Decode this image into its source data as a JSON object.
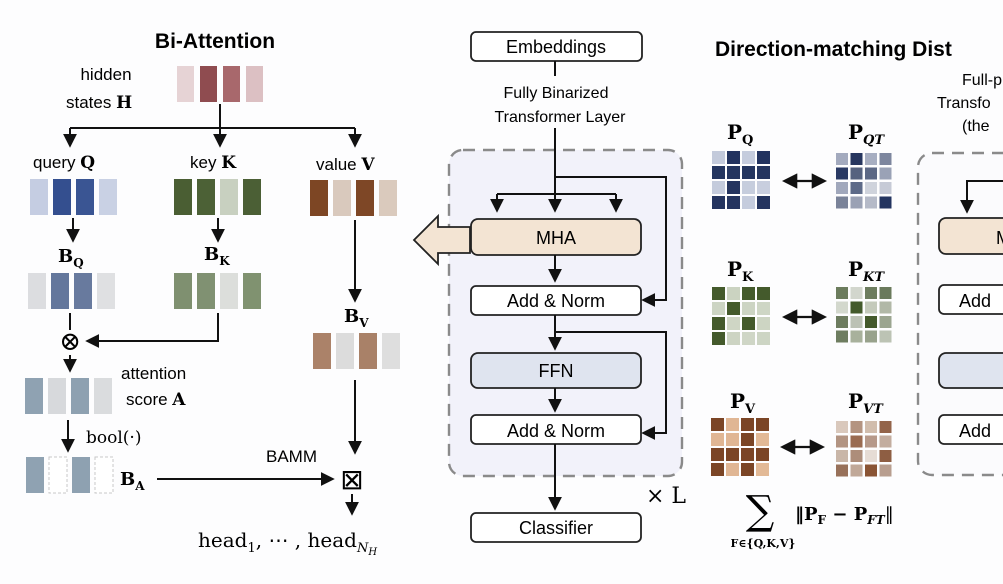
{
  "bi_attention": {
    "title": "Bi-Attention",
    "hidden_label_1": "hidden",
    "hidden_label_2": "states ",
    "hidden_sym": "H",
    "query_label": "query ",
    "query_sym": "Q",
    "key_label": "key ",
    "key_sym": "K",
    "value_label": "value ",
    "value_sym": "V",
    "bq_main": "B",
    "bq_sub": "Q",
    "bk_main": "B",
    "bk_sub": "K",
    "bv_main": "B",
    "bv_sub": "V",
    "ba_main": "B",
    "ba_sub": "A",
    "multiply_symbol": "⊗",
    "attention_label_1": "attention",
    "attention_label_2": "score ",
    "attention_sym": "A",
    "bool_label": "bool(·)",
    "bamm_label": "BAMM",
    "bamm_symbol": "⊠",
    "heads_a": "head",
    "heads_a_sub": "1",
    "heads_mid": ", ⋯ , head",
    "heads_b_sub": "N",
    "heads_b_subsub": "H",
    "vectors": {
      "hidden": [
        "#e6d3d5",
        "#8f4c50",
        "#a8686c",
        "#dcc0c3"
      ],
      "query": [
        "#c5cde2",
        "#344f8f",
        "#3a5593",
        "#c9d1e4"
      ],
      "key": [
        "#4a5e33",
        "#4c6136",
        "#c8d0c0",
        "#4b5f35"
      ],
      "value": [
        "#7d4624",
        "#d9c9bd",
        "#7e4726",
        "#dacabd"
      ],
      "bq": [
        "#dcdde0",
        "#64779c",
        "#687a9e",
        "#dfe0e2"
      ],
      "bk": [
        "#7f9070",
        "#809172",
        "#dcdedb",
        "#809270"
      ],
      "bv": [
        "#ab8269",
        "#dcdcdc",
        "#a98168",
        "#dedede"
      ],
      "attention": [
        "#8fa2b2",
        "#d7d9dc",
        "#8ea1b1",
        "#dadcde"
      ],
      "ba": [
        "#8fa2b2",
        "dashed",
        "#8ea1b1",
        "dashed"
      ]
    }
  },
  "transformer": {
    "embeddings": "Embeddings",
    "layer_label_1": "Fully Binarized",
    "layer_label_2": "Transformer Layer",
    "mha": "MHA",
    "add_norm_1": "Add & Norm",
    "ffn": "FFN",
    "add_norm_2": "Add & Norm",
    "repeat": "× L",
    "classifier": "Classifier"
  },
  "distillation": {
    "title": "Direction-matching Dist",
    "teacher_label_1": "Full-p",
    "teacher_label_2": "Transfo",
    "teacher_label_3": "(the",
    "teacher_mha": "M",
    "teacher_add_norm_1": "Add",
    "teacher_add_norm_2": "Add",
    "pq": {
      "main": "P",
      "sub": "Q"
    },
    "pqt": {
      "main": "P",
      "sub": "QT"
    },
    "pk": {
      "main": "P",
      "sub": "K"
    },
    "pkt": {
      "main": "P",
      "sub": "KT"
    },
    "pv": {
      "main": "P",
      "sub": "V"
    },
    "pvt": {
      "main": "P",
      "sub": "VT"
    },
    "loss_sum": "∑",
    "loss_sub": "F∈{Q,K,V}",
    "loss_expr": "‖P",
    "loss_f": "F",
    "loss_minus": " − P",
    "loss_ft": "FT",
    "loss_end": "‖",
    "matrices": {
      "pq": [
        [
          "#c3cadb",
          "#23335f",
          "#c5ccdd",
          "#22335f"
        ],
        [
          "#24355f",
          "#24355f",
          "#24355f",
          "#24355f"
        ],
        [
          "#c4cbdc",
          "#24345f",
          "#c6cddd",
          "#c8cede"
        ],
        [
          "#24345f",
          "#24345f",
          "#c5ccdd",
          "#24345f"
        ]
      ],
      "pqt": [
        [
          "#a3aabe",
          "#27365f",
          "#a7aec1",
          "#7d869e"
        ],
        [
          "#2a3a64",
          "#56627f",
          "#5c6885",
          "#9aa2b6"
        ],
        [
          "#a1a8bc",
          "#5d6a88",
          "#cfd3dc",
          "#c6cad6"
        ],
        [
          "#7a8399",
          "#9aa1b4",
          "#b5bac8",
          "#233460"
        ]
      ],
      "pk": [
        [
          "#445a2c",
          "#cbd3c1",
          "#445a2c",
          "#445a2c"
        ],
        [
          "#ccd4c3",
          "#445a2c",
          "#ccd4c3",
          "#ced6c5"
        ],
        [
          "#445a2c",
          "#cfd6c5",
          "#445a2c",
          "#cdd5c3"
        ],
        [
          "#445a2c",
          "#cdd4c3",
          "#cfd6c6",
          "#cdd5c4"
        ]
      ],
      "pkt": [
        [
          "#6c7c5d",
          "#d2d6cd",
          "#6d7d5f",
          "#6a7a5c"
        ],
        [
          "#d3d8cd",
          "#435a2b",
          "#c4cabb",
          "#b1b8a7"
        ],
        [
          "#6d7c5f",
          "#bcc2b5",
          "#445a2c",
          "#9ba590"
        ],
        [
          "#6e7d60",
          "#a8b19c",
          "#98a28c",
          "#bcc3b4"
        ]
      ],
      "pv": [
        [
          "#7b4526",
          "#e0b694",
          "#7b4526",
          "#7b4526"
        ],
        [
          "#e0b694",
          "#e0b694",
          "#7b4526",
          "#e2b996"
        ],
        [
          "#7b4526",
          "#7b4526",
          "#7b4526",
          "#7b4526"
        ],
        [
          "#7b4526",
          "#e0b694",
          "#7b4526",
          "#e2b996"
        ]
      ],
      "pvt": [
        [
          "#d9c8bc",
          "#b49481",
          "#d1bdad",
          "#93644a"
        ],
        [
          "#b29482",
          "#9a6b51",
          "#b6998a",
          "#c3ad9f"
        ],
        [
          "#c9b6a8",
          "#ad8d7a",
          "#e6dcd5",
          "#8e5e43"
        ],
        [
          "#98715a",
          "#c0a898",
          "#8a5434",
          "#b89e8f"
        ]
      ]
    }
  },
  "colors": {
    "layer_bg": "#f2f2fa",
    "dashed_border": "#8a8a8a",
    "mha_fill": "#f3e4d3",
    "ffn_fill": "#dfe4ef",
    "box_stroke": "#222222"
  }
}
